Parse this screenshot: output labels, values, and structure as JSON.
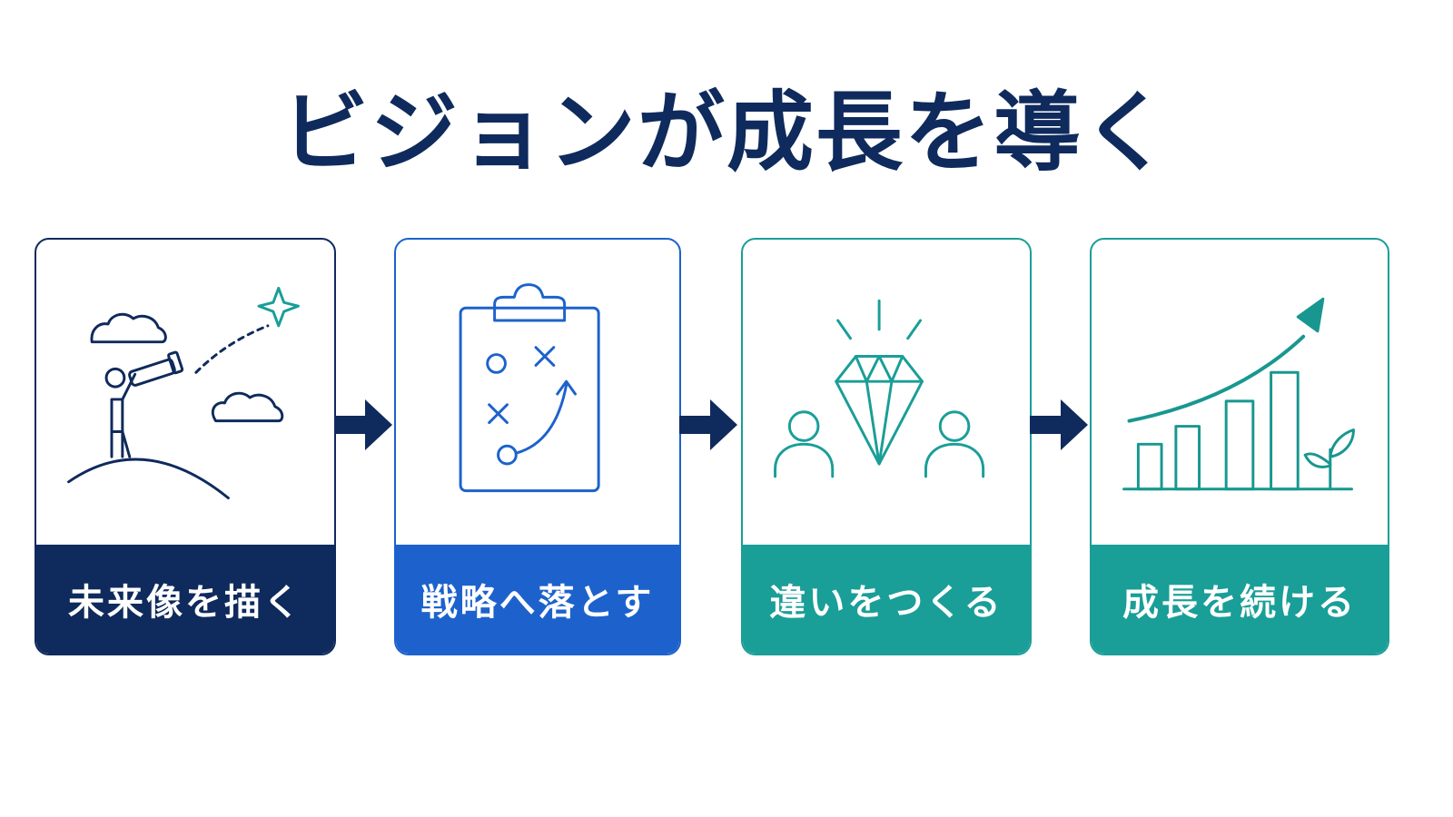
{
  "title": "ビジョンが成長を導く",
  "colors": {
    "navy": "#0f2a5c",
    "blue": "#1d62cc",
    "teal": "#1a9e98",
    "teal_dark": "#189790"
  },
  "steps": [
    {
      "label": "未来像を描く",
      "icon": "telescope-icon"
    },
    {
      "label": "戦略へ落とす",
      "icon": "clipboard-strategy-icon"
    },
    {
      "label": "違いをつくる",
      "icon": "diamond-people-icon"
    },
    {
      "label": "成長を続ける",
      "icon": "growth-chart-icon"
    }
  ]
}
